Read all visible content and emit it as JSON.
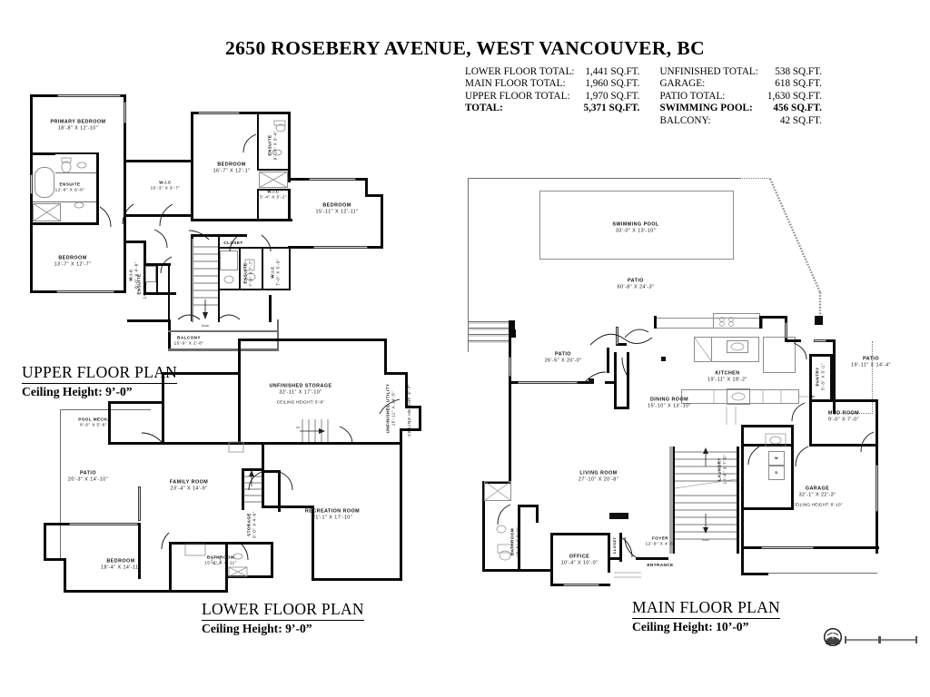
{
  "document": {
    "title": "2650 ROSEBERY AVENUE, WEST VANCOUVER, BC"
  },
  "areas": {
    "rows": [
      {
        "label": "LOWER FLOOR TOTAL:",
        "value": "1,441 SQ.FT.",
        "label2": "UNFINISHED TOTAL:",
        "value2": "538 SQ.FT.",
        "bold": false
      },
      {
        "label": "MAIN FLOOR TOTAL:",
        "value": "1,960 SQ.FT.",
        "label2": "GARAGE:",
        "value2": "618 SQ.FT.",
        "bold": false
      },
      {
        "label": "UPPER FLOOR TOTAL:",
        "value": "1,970 SQ.FT.",
        "label2": "PATIO TOTAL:",
        "value2": "1,630 SQ.FT.",
        "bold": false
      },
      {
        "label": "TOTAL:",
        "value": "5,371 SQ.FT.",
        "label2": "SWIMMING POOL:",
        "value2": "456 SQ.FT.",
        "bold": true
      },
      {
        "label": "",
        "value": "",
        "label2": "BALCONY:",
        "value2": "42 SQ.FT.",
        "bold": false
      }
    ]
  },
  "plans": {
    "upper": {
      "name": "UPPER FLOOR PLAN",
      "ceiling": "Ceiling Height: 9’-0”"
    },
    "lower": {
      "name": "LOWER FLOOR PLAN",
      "ceiling": "Ceiling Height: 9’-0”"
    },
    "main": {
      "name": "MAIN FLOOR PLAN",
      "ceiling": "Ceiling Height: 10’-0”"
    }
  },
  "upper_rooms": [
    {
      "id": "primary_bedroom",
      "name": "PRIMARY BEDROOM",
      "dim": "18'-8\" X 12'-10\""
    },
    {
      "id": "ensuite_primary",
      "name": "ENSUITE",
      "dim": "12'-8\" X 9'-6\""
    },
    {
      "id": "wic_primary",
      "name": "W.I.C",
      "dim": "10'-3\" X 9'-7\""
    },
    {
      "id": "bedroom_2",
      "name": "BEDROOM",
      "dim": "16'-7\" X 12'-1\""
    },
    {
      "id": "ensuite_2",
      "name": "ENSUITE",
      "dim": "9'-10\" X 5'-6\""
    },
    {
      "id": "wic_2",
      "name": "W.I.C",
      "dim": "5'-4\" X 5'-1\""
    },
    {
      "id": "bedroom_3",
      "name": "BEDROOM",
      "dim": "15'-11\" X 12'-11\""
    },
    {
      "id": "bedroom_4",
      "name": "BEDROOM",
      "dim": "13'-7\" X 12'-7\""
    },
    {
      "id": "wic_4",
      "name": "W.I.C",
      "dim": "6'-0\" X 4'-6\""
    },
    {
      "id": "ensuite_4",
      "name": "ENSUITE",
      "dim": "14'-4\" X 5'-4\""
    },
    {
      "id": "closet_upper",
      "name": "CLOSET",
      "dim": ""
    },
    {
      "id": "ensuite_3",
      "name": "ENSUITE",
      "dim": "7'-9\" X 7'-7\""
    },
    {
      "id": "wic_3",
      "name": "W.I.C",
      "dim": "7'-0\" X 5'-0\""
    },
    {
      "id": "balcony",
      "name": "BALCONY",
      "dim": "15'-9\" X 2'-8\""
    }
  ],
  "lower_rooms": [
    {
      "id": "pool_mech",
      "name": "POOL MECH.",
      "dim": "8'-6\" X 5'-6\""
    },
    {
      "id": "patio_lower",
      "name": "PATIO",
      "dim": "20'-3\" X 14'-10\""
    },
    {
      "id": "family_room",
      "name": "FAMILY ROOM",
      "dim": "23'-4\" X 14'-9\""
    },
    {
      "id": "bedroom_lower",
      "name": "BEDROOM",
      "dim": "18'-4\" X 14'-11\""
    },
    {
      "id": "bathroom_lower",
      "name": "BATHROOM",
      "dim": "15'-8\" X 4'-11\""
    },
    {
      "id": "storage_lower",
      "name": "STORAGE",
      "dim": "5'-0\" X 4'-6\""
    },
    {
      "id": "unfinished_storage",
      "name": "UNFINISHED STORAGE",
      "dim": "32'-11\" X 17'-10\"",
      "ceiling": "CEILING HEIGHT: 5'-9\""
    },
    {
      "id": "unfinished_utility",
      "name": "UNFINISHED UTILITY",
      "dim": "15'-11\" X 14'-5\"",
      "ceiling": "CEILING HEIGHT: 5'-7\""
    },
    {
      "id": "recreation_room",
      "name": "RECREATION ROOM",
      "dim": "21'-1\" X 17'-10\""
    }
  ],
  "main_rooms": [
    {
      "id": "swimming_pool",
      "name": "SWIMMING POOL",
      "dim": "33'-0\" X 13'-10\""
    },
    {
      "id": "patio_pool",
      "name": "PATIO",
      "dim": "60'-8\" X 24'-3\""
    },
    {
      "id": "patio_west",
      "name": "PATIO",
      "dim": "26'-5\" X 20'-0\""
    },
    {
      "id": "patio_east",
      "name": "PATIO",
      "dim": "19'-11\" X 14'-4\""
    },
    {
      "id": "kitchen",
      "name": "KITCHEN",
      "dim": "19'-11\" X 18'-2\""
    },
    {
      "id": "dining_room",
      "name": "DINING ROOM",
      "dim": "15'-10\" X 13'-10\""
    },
    {
      "id": "pantry",
      "name": "PANTRY",
      "dim": "5'-3\" X 5'-1\""
    },
    {
      "id": "mud_room",
      "name": "MUD ROOM",
      "dim": "9'-0\" X 7'-0\""
    },
    {
      "id": "living_room",
      "name": "LIVING ROOM",
      "dim": "27'-10\" X 20'-8\""
    },
    {
      "id": "laundry",
      "name": "LAUNDRY",
      "dim": "10'-6\" X 7'-5\""
    },
    {
      "id": "garage",
      "name": "GARAGE",
      "dim": "32'-1\" X 22'-3\"",
      "ceiling": "CEILING HEIGHT: 8'-10\""
    },
    {
      "id": "bathroom_main",
      "name": "BATHROOM",
      "dim": "15'-6\" X 9'-0\""
    },
    {
      "id": "office",
      "name": "OFFICE",
      "dim": "10'-4\" X 10'-0\""
    },
    {
      "id": "closet_main",
      "name": "CLOSET",
      "dim": ""
    },
    {
      "id": "foyer",
      "name": "FOYER",
      "dim": "12'-8\" X 4'-5\""
    },
    {
      "id": "entrance",
      "name": "ENTRANCE",
      "dim": ""
    }
  ],
  "annotations": {
    "stair_down": "Down",
    "appliance_washer": "W",
    "appliance_dryer": "D"
  },
  "colors": {
    "wall": "#0a0a0a",
    "window": "#d8d8d8",
    "thin_line": "#6e6e6e",
    "paper": "#ffffff"
  }
}
